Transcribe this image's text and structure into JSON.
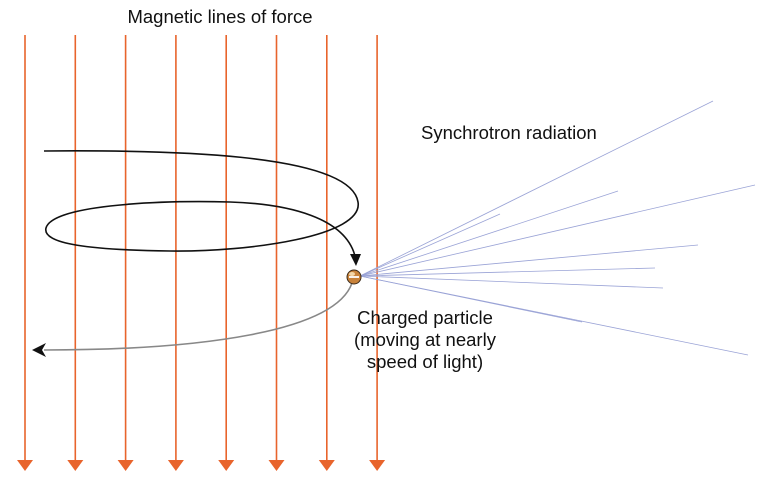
{
  "labels": {
    "field_lines": "Magnetic lines of force",
    "radiation": "Synchrotron radiation",
    "particle_lines": [
      "Charged particle",
      "(moving at nearly",
      "speed of light)"
    ]
  },
  "colors": {
    "field_line": "#e8642c",
    "trajectory_incoming": "#111111",
    "trajectory_outgoing": "#888888",
    "radiation_ray": "#9aa3d6",
    "particle": "#c8823a"
  },
  "diagram": {
    "field_line_count": 8,
    "radiation_ray_count": 9
  }
}
